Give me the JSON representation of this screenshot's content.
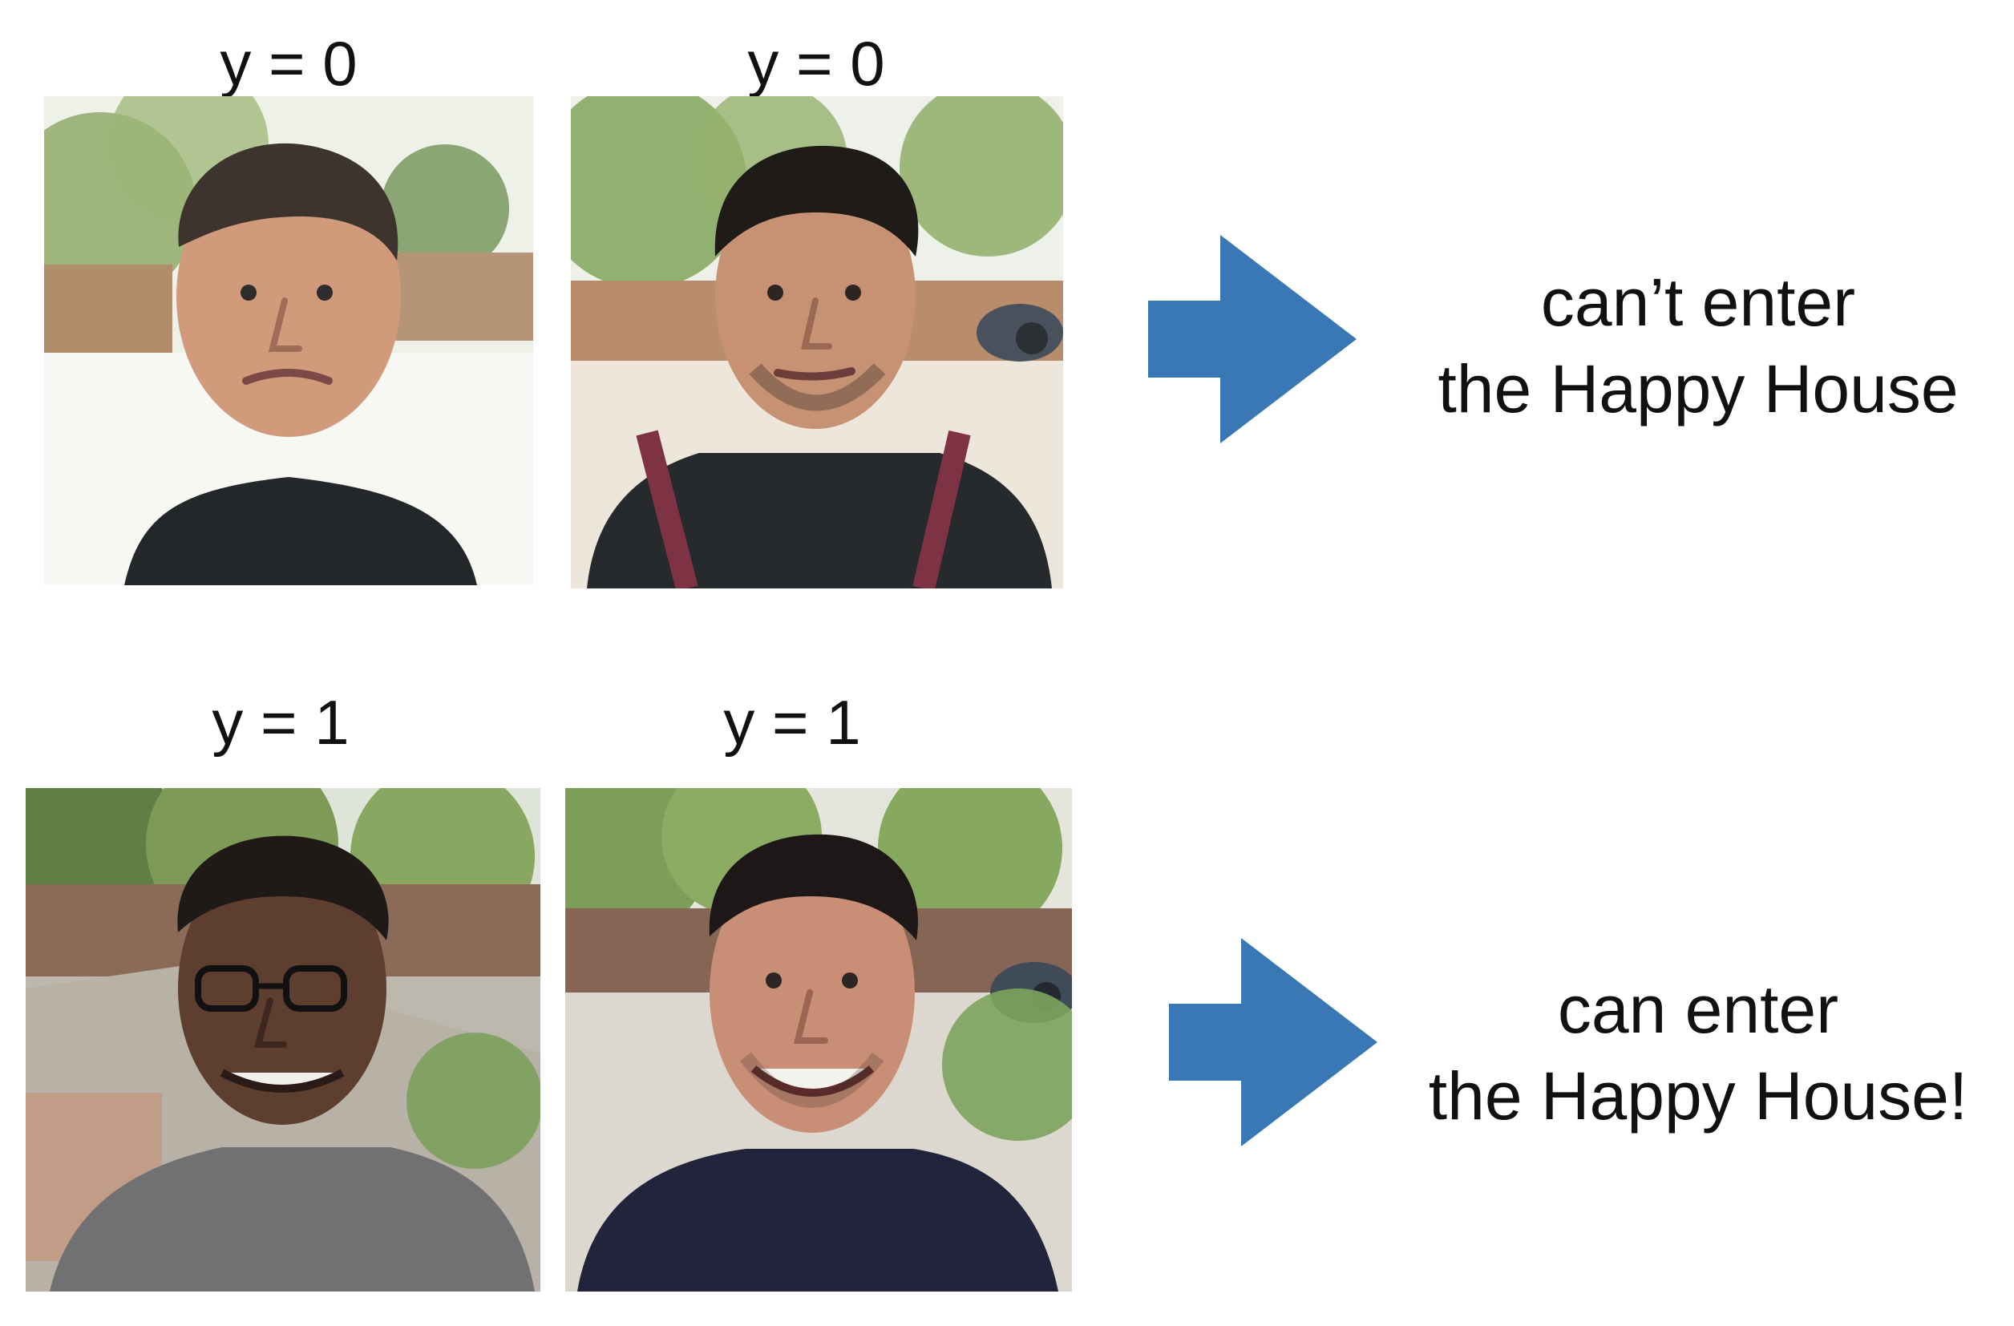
{
  "labels": {
    "top_left": "y = 0",
    "top_right": "y = 0",
    "bottom_left": "y = 1",
    "bottom_right": "y = 1"
  },
  "captions": {
    "top": {
      "line1": "can’t enter",
      "line2": "the Happy House"
    },
    "bottom": {
      "line1": "can enter",
      "line2": "the Happy House!"
    }
  },
  "colors": {
    "arrow": "#3a78b5",
    "foliage": "#7fa65a",
    "fence": "#8a6a55",
    "skin": "#d9a184",
    "shirt_dark": "#202225",
    "shirt_gray": "#6e6e70",
    "shirt_navy": "#1f2236"
  }
}
